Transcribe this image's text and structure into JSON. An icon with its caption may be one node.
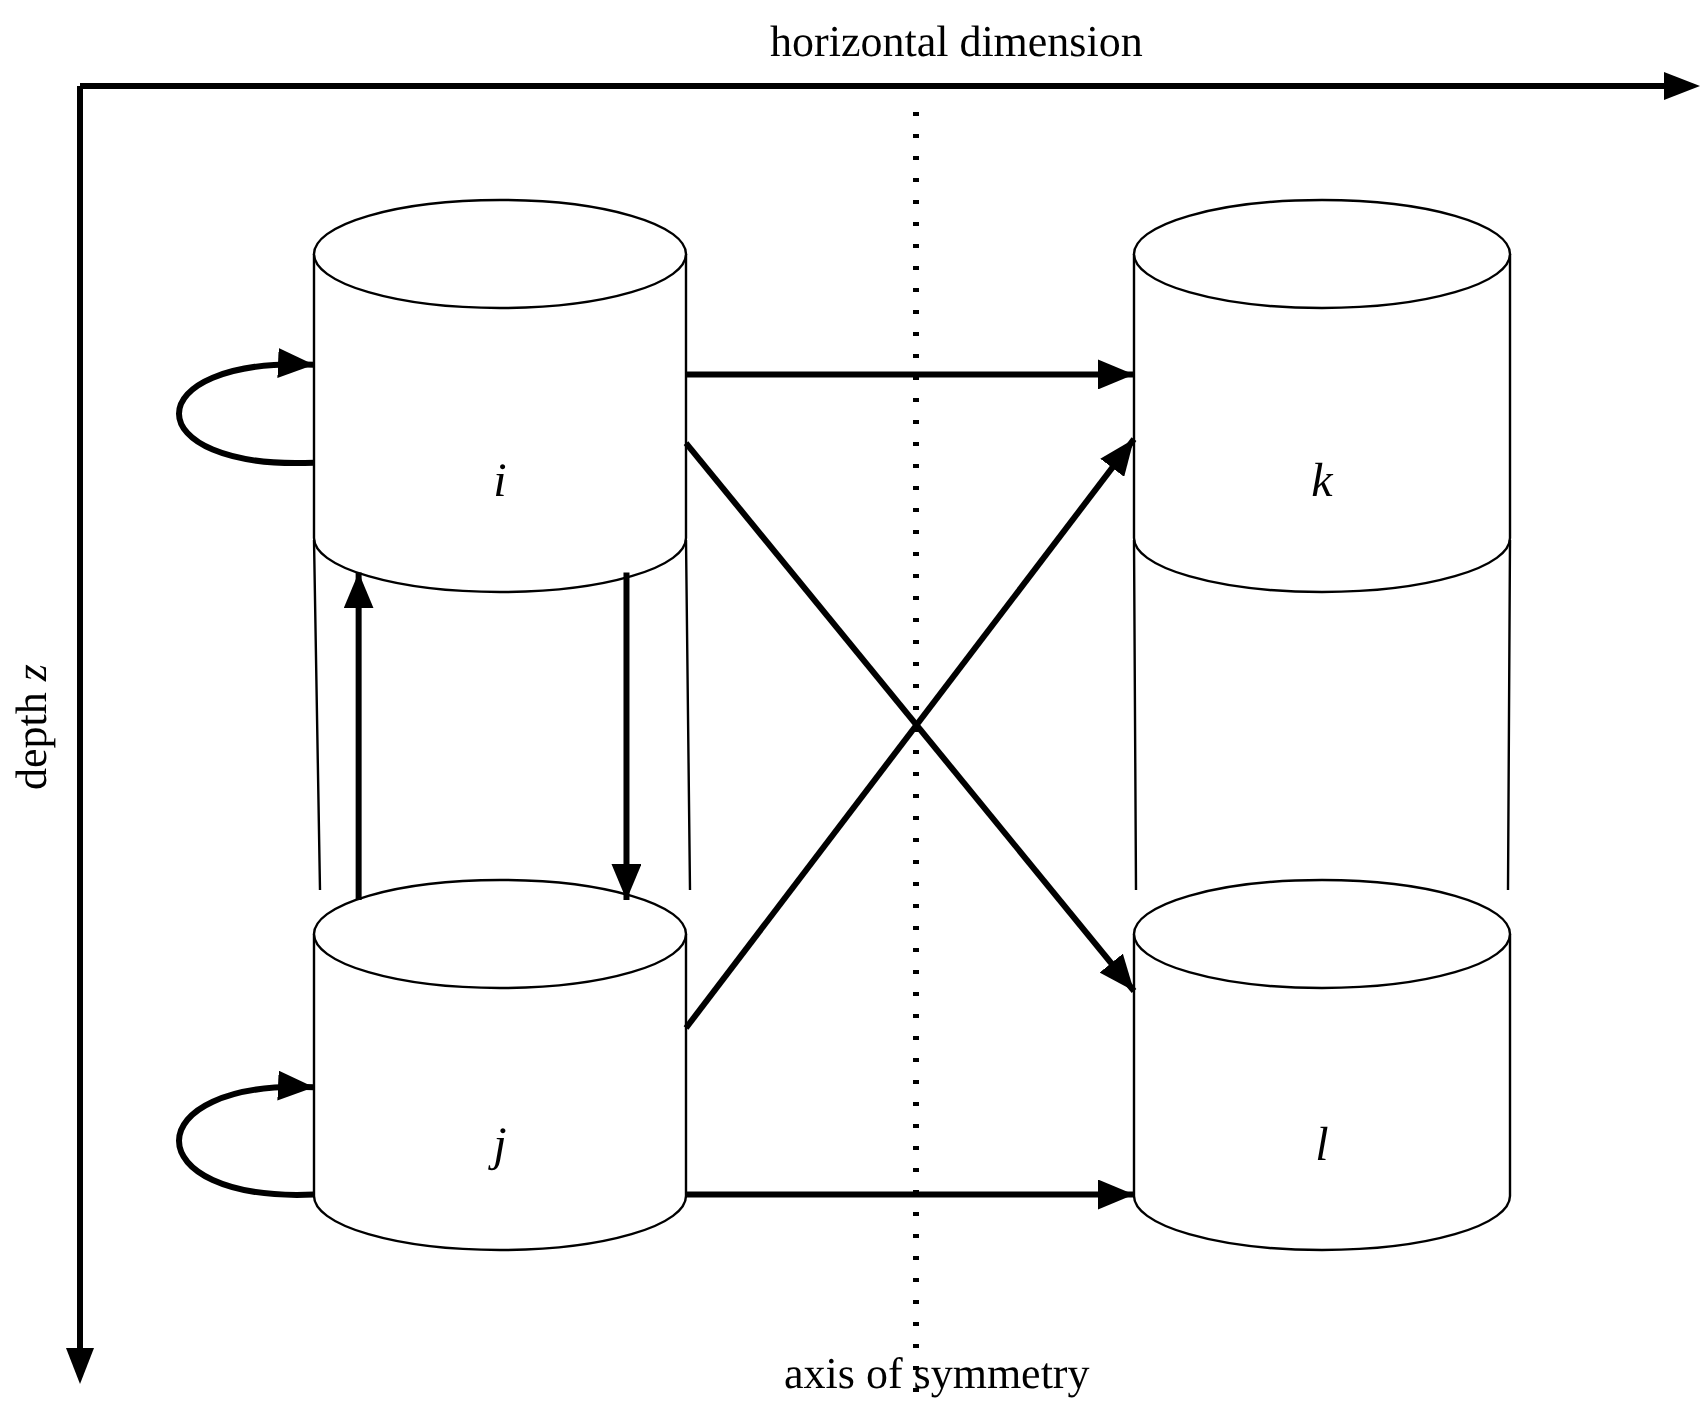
{
  "diagram": {
    "nodes": [
      {
        "text": [
          "i"
        ]
      },
      {
        "text": [
          "j"
        ]
      },
      {
        "text": [
          "k"
        ]
      },
      {
        "text": [
          "l"
        ]
      }
    ],
    "edges": [
      {
        "from": 0,
        "to": 0,
        "arrow": "to"
      },
      {
        "from": 1,
        "to": 0,
        "arrow": "to"
      },
      {
        "from": 0,
        "to": 1,
        "arrow": "to"
      },
      {
        "from": 0,
        "to": 2,
        "arrow": "to"
      },
      {
        "from": 0,
        "to": 3,
        "arrow": "to"
      },
      {
        "from": 1,
        "to": 2,
        "arrow": "to"
      },
      {
        "from": 1,
        "to": 1,
        "arrow": "to"
      },
      {
        "from": 1,
        "to": 3,
        "arrow": "to"
      }
    ],
    "labels": [
      "horizontal dimension",
      "depth *z*",
      "axis of symmetry"
    ]
  }
}
